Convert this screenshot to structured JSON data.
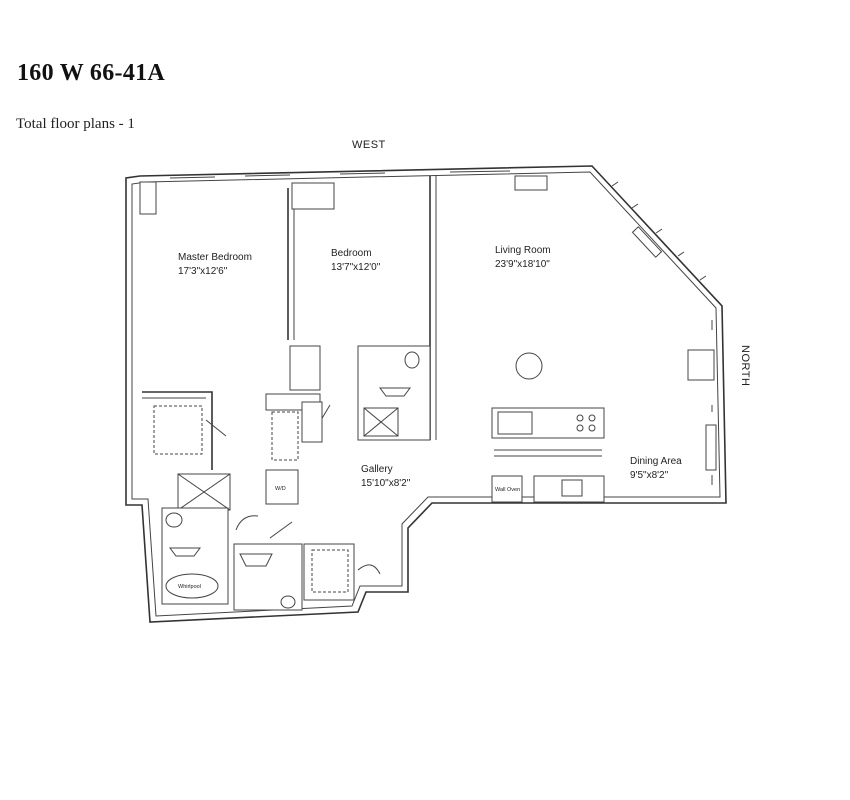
{
  "header": {
    "title": "160 W 66-41A",
    "subtitle": "Total floor plans - 1"
  },
  "compass": {
    "west": "WEST",
    "north": "NORTH"
  },
  "rooms": [
    {
      "name": "Master Bedroom",
      "dims": "17'3\"x12'6\""
    },
    {
      "name": "Bedroom",
      "dims": "13'7\"x12'0\""
    },
    {
      "name": "Living Room",
      "dims": "23'9\"x18'10\""
    },
    {
      "name": "Gallery",
      "dims": "15'10\"x8'2\""
    },
    {
      "name": "Dining Area",
      "dims": "9'5\"x8'2\""
    }
  ],
  "fixtures": {
    "whirlpool": "Whirlpool",
    "wd": "W/D",
    "wall_oven": "Wall Oven"
  }
}
